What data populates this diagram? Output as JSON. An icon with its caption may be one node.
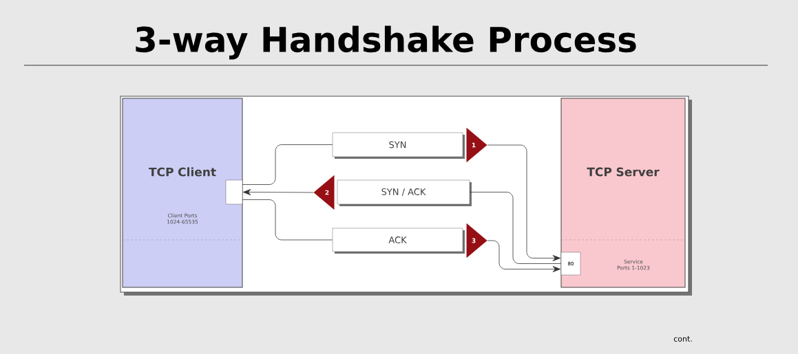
{
  "diagram": {
    "title": "3-way Handshake Process",
    "nodes": [
      {
        "text": [
          "TCP Client",
          "Client Ports 1024-65535"
        ]
      },
      {
        "text": [],
        "shape": "box",
        "in": 0
      },
      {
        "text": [
          "SYN"
        ]
      },
      {
        "text": [
          "1"
        ]
      },
      {
        "text": [
          "2"
        ]
      },
      {
        "text": [
          "SYN / ACK"
        ]
      },
      {
        "text": [
          "ACK"
        ]
      },
      {
        "text": [
          "3"
        ]
      },
      {
        "text": [
          "TCP Server",
          "Service Ports 1-1023"
        ]
      },
      {
        "text": [
          "80"
        ],
        "in": 8
      }
    ],
    "edges": [
      {
        "from": 1,
        "to": 2,
        "arrow": "none"
      },
      {
        "from": 3,
        "to": 9,
        "arrow": "to"
      },
      {
        "from": 5,
        "to": 9,
        "arrow": "none"
      },
      {
        "from": 4,
        "to": 1,
        "arrow": "to"
      },
      {
        "from": 1,
        "to": 6,
        "arrow": "none"
      },
      {
        "from": 7,
        "to": 9,
        "arrow": "to"
      }
    ],
    "labels": [
      "cont."
    ]
  }
}
